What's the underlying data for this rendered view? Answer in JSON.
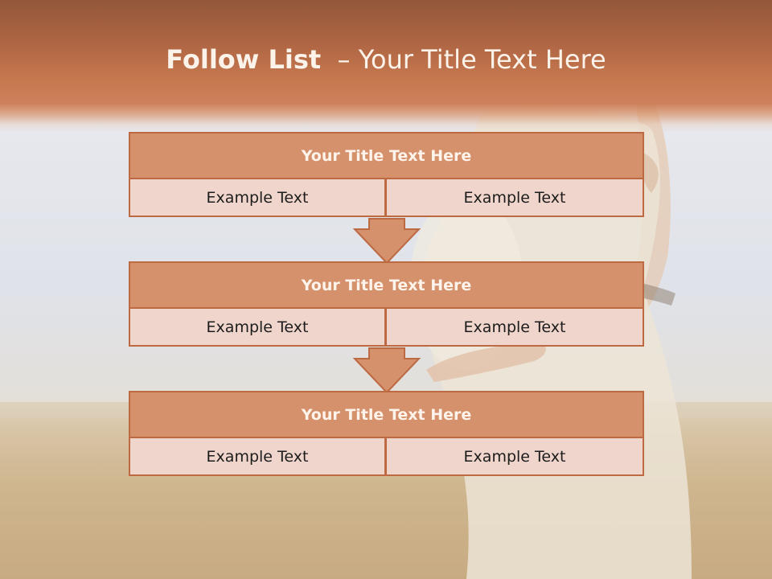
{
  "title": {
    "bold": "Follow List",
    "rest": "– Your Title Text Here"
  },
  "steps": [
    {
      "title": "Your Title Text Here",
      "left": "Example Text",
      "right": "Example Text"
    },
    {
      "title": "Your Title Text Here",
      "left": "Example Text",
      "right": "Example Text"
    },
    {
      "title": "Your Title Text Here",
      "left": "Example Text",
      "right": "Example Text"
    }
  ],
  "colors": {
    "header": "#c6784f",
    "block_title": "#d4916b",
    "block_border": "#bd6a43",
    "cell": "#efd5cb",
    "arrow_fill": "#d4916b"
  }
}
